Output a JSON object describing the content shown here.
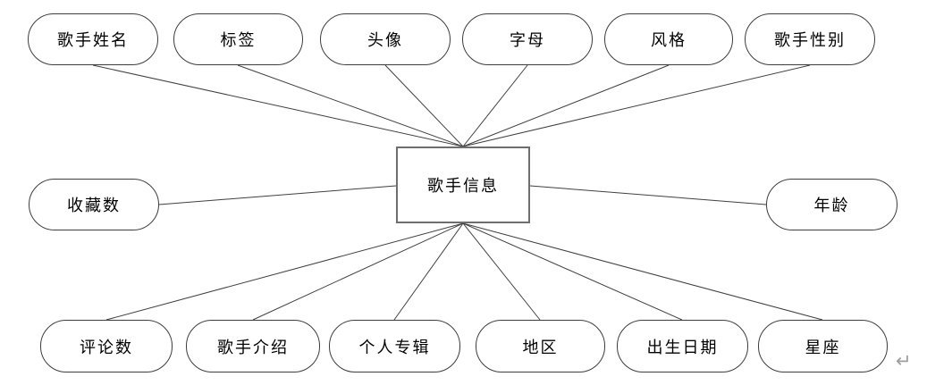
{
  "diagram": {
    "entity": {
      "label": "歌手信息"
    },
    "attributes": [
      {
        "label": "歌手姓名"
      },
      {
        "label": "标签"
      },
      {
        "label": "头像"
      },
      {
        "label": "字母"
      },
      {
        "label": "风格"
      },
      {
        "label": "歌手性别"
      },
      {
        "label": "收藏数"
      },
      {
        "label": "年龄"
      },
      {
        "label": "评论数"
      },
      {
        "label": "歌手介绍"
      },
      {
        "label": "个人专辑"
      },
      {
        "label": "地区"
      },
      {
        "label": "出生日期"
      },
      {
        "label": "星座"
      }
    ],
    "paragraph_mark": "↵",
    "colors": {
      "background": "#ffffff",
      "attribute_border": "#3d3d3d",
      "entity_border": "#6e6e6e",
      "connector_line": "#404040",
      "paragraph_mark": "#9e9e9e",
      "text": "#000000"
    }
  }
}
